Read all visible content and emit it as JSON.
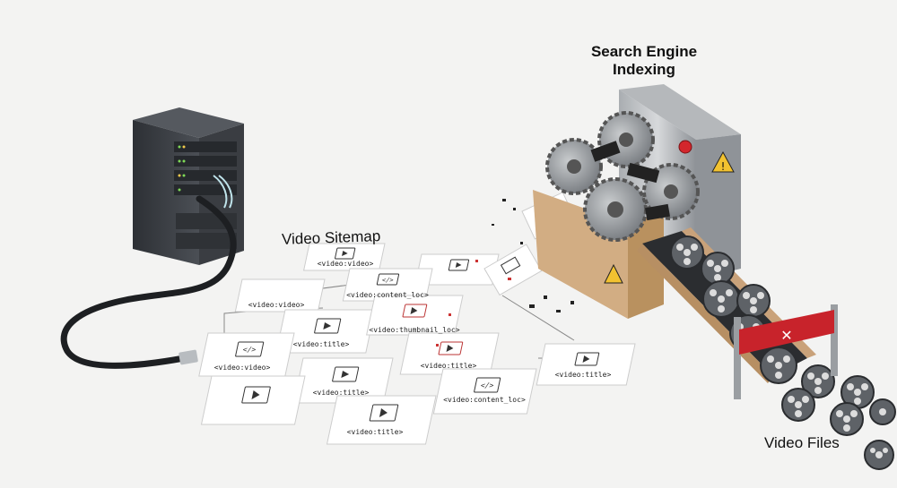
{
  "labels": {
    "sitemap": "Video Sitemap",
    "search_engine": "Search Engine Indexing",
    "video_files": "Video Files"
  },
  "cards": [
    {
      "tag": "<video:video>",
      "icon": "play-icon"
    },
    {
      "tag": "<video:content_loc>",
      "icon": "code-icon"
    },
    {
      "tag": "<video:video>",
      "icon": "play-icon"
    },
    {
      "tag": "<video:video>",
      "icon": "code-icon"
    },
    {
      "tag": "<video:title>",
      "icon": "play-icon"
    },
    {
      "tag": "<video:thumbnail_loc>",
      "icon": "play-icon"
    },
    {
      "tag": "<video:title>",
      "icon": "play-icon"
    },
    {
      "tag": "<video:title>",
      "icon": "play-icon"
    },
    {
      "tag": "<video:content_loc>",
      "icon": "code-icon"
    },
    {
      "tag": "<video:title>",
      "icon": "play-icon"
    },
    {
      "tag": "<video:title>",
      "icon": "play-icon"
    }
  ],
  "colors": {
    "background": "#f3f3f2",
    "server": "#3a3d42",
    "gear": "#8a8f94",
    "barrier": "#c8232b",
    "wood": "#c9a27a",
    "reel": "#6c7075"
  }
}
